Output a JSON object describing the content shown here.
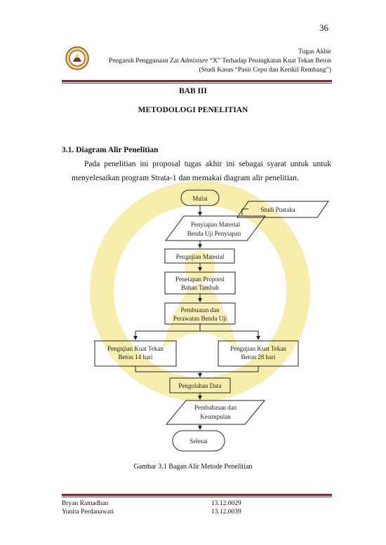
{
  "page_number": "36",
  "header": {
    "line1": "Tugas Akhir",
    "line2_pre": "Pengaruh Penggunaan Zat ",
    "line2_italic": "Admixture",
    "line2_post": " “X” Terhadap Peningkatan Kuat Tekan Beton",
    "line3": "(Studi Kasus “Pasir Cepu  dan Kerikil Rembang”)"
  },
  "chapter": {
    "number": "BAB III",
    "title": "METODOLOGI PENELITIAN"
  },
  "section": {
    "heading": "3.1. Diagram Alir Penelitian",
    "para_line1": "Pada penelitian ini proposal tugas akhir ini sebagai syarat untuk untuk",
    "para_line2": "menyelesaikan program Strata-1 dan memakai diagram alir penelitian."
  },
  "flowchart": {
    "start": "Mulai",
    "literature": "Studi Pustaka",
    "prep_line1": "Penyiapan Material",
    "prep_line2": "Benda Uji Penyiapan",
    "material_test": "Pengujian Material",
    "proportion_line1": "Penetapan Proporsi",
    "proportion_line2": "Bahan Tambah",
    "making_line1": "Pembuatan dan",
    "making_line2": "Perawatan Benda Uji",
    "test14_line1": "Pengujian Kuat Tekan",
    "test14_line2": "Beton 14 hari",
    "test28_line1": "Pengujian Kuat Tekan",
    "test28_line2": "Beton 28 hari",
    "processing": "Pengolahan Data",
    "discussion_line1": "Pembahasan dan",
    "discussion_line2": "Kesimpulan",
    "end": "Selesai"
  },
  "caption": "Gambar 3.1 Bagan Alir Metode Penelitian",
  "footer": {
    "name1": "Bryan Ramadhan",
    "id1": "13.12.0029",
    "name2": "Yunita Perdanawati",
    "id2": "13.12.0039"
  },
  "colors": {
    "rule": "#7a2b34",
    "watermark": "#f3e58a"
  }
}
